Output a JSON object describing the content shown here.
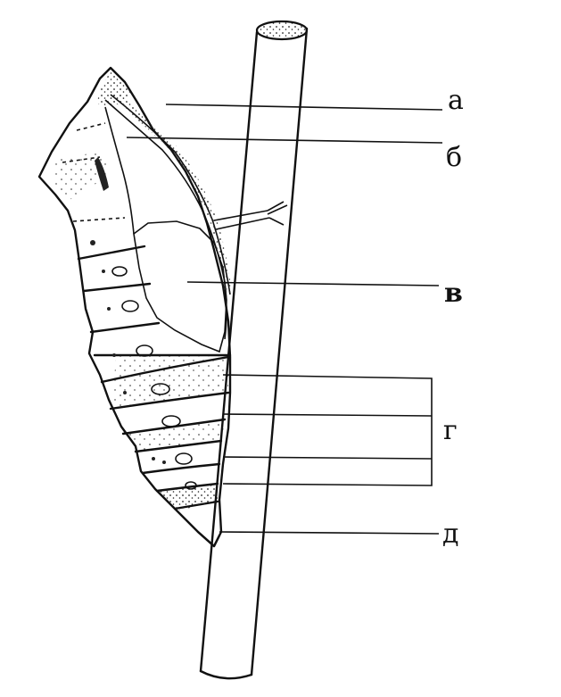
{
  "labels": {
    "a": "а",
    "b": "б",
    "v": "в",
    "g": "г",
    "d": "д"
  },
  "colors": {
    "ink": "#111111",
    "background": "#ffffff"
  }
}
